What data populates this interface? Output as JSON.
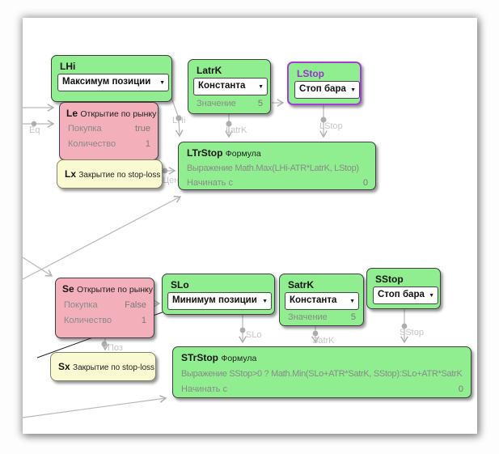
{
  "blocks": {
    "lhi": {
      "id": "LHi",
      "dropdown": "Максимум позиции"
    },
    "latrk": {
      "id": "LatrK",
      "dropdown": "Константа",
      "value_label": "Значение",
      "value": "5"
    },
    "lstop": {
      "id": "LStop",
      "dropdown": "Стоп бара"
    },
    "le": {
      "id": "Le",
      "type": "Открытие по рынку",
      "rows": [
        {
          "label": "Покупка",
          "value": "true"
        },
        {
          "label": "Количество",
          "value": "1"
        }
      ]
    },
    "lx": {
      "id": "Lx",
      "type": "Закрытие по stop-loss"
    },
    "ltrstop": {
      "id": "LTrStop",
      "type": "Формула",
      "expr_label": "Выражение",
      "expr": "Math.Max(LHi-ATR*LatrK, LStop)",
      "start_label": "Начинать с",
      "start_value": "0"
    },
    "se": {
      "id": "Se",
      "type": "Открытие по рынку",
      "rows": [
        {
          "label": "Покупка",
          "value": "False"
        },
        {
          "label": "Количество",
          "value": "1"
        }
      ]
    },
    "slo": {
      "id": "SLo",
      "dropdown": "Минимум позиции"
    },
    "satrk": {
      "id": "SatrK",
      "dropdown": "Константа",
      "value_label": "Значение",
      "value": "5"
    },
    "sstop": {
      "id": "SStop",
      "dropdown": "Стоп бара"
    },
    "sx": {
      "id": "Sx",
      "type": "Закрытие по stop-loss"
    },
    "strstop": {
      "id": "STrStop",
      "type": "Формула",
      "expr_label": "Выражение",
      "expr": "SStop>0 ? Math.Min(SLo+ATR*SatrK, SStop):SLo+ATR*SatrK",
      "start_label": "Начинать с",
      "start_value": "0"
    }
  },
  "connection_labels": {
    "eq": "Eq",
    "lhi": "LHi",
    "latrk": "LatrK",
    "lstop": "LStop",
    "cena": "Цена",
    "poz": "Поз",
    "slo": "SLo",
    "satrk": "SatrK",
    "sstop": "SStop"
  },
  "colors": {
    "node_green": "#90EE90",
    "node_pink": "#F3AFBA",
    "node_yellow": "#FAFAD2",
    "selected_border": "#A43CD9",
    "wire": "#b8b8b8",
    "wire_label": "#c6c6c6"
  }
}
